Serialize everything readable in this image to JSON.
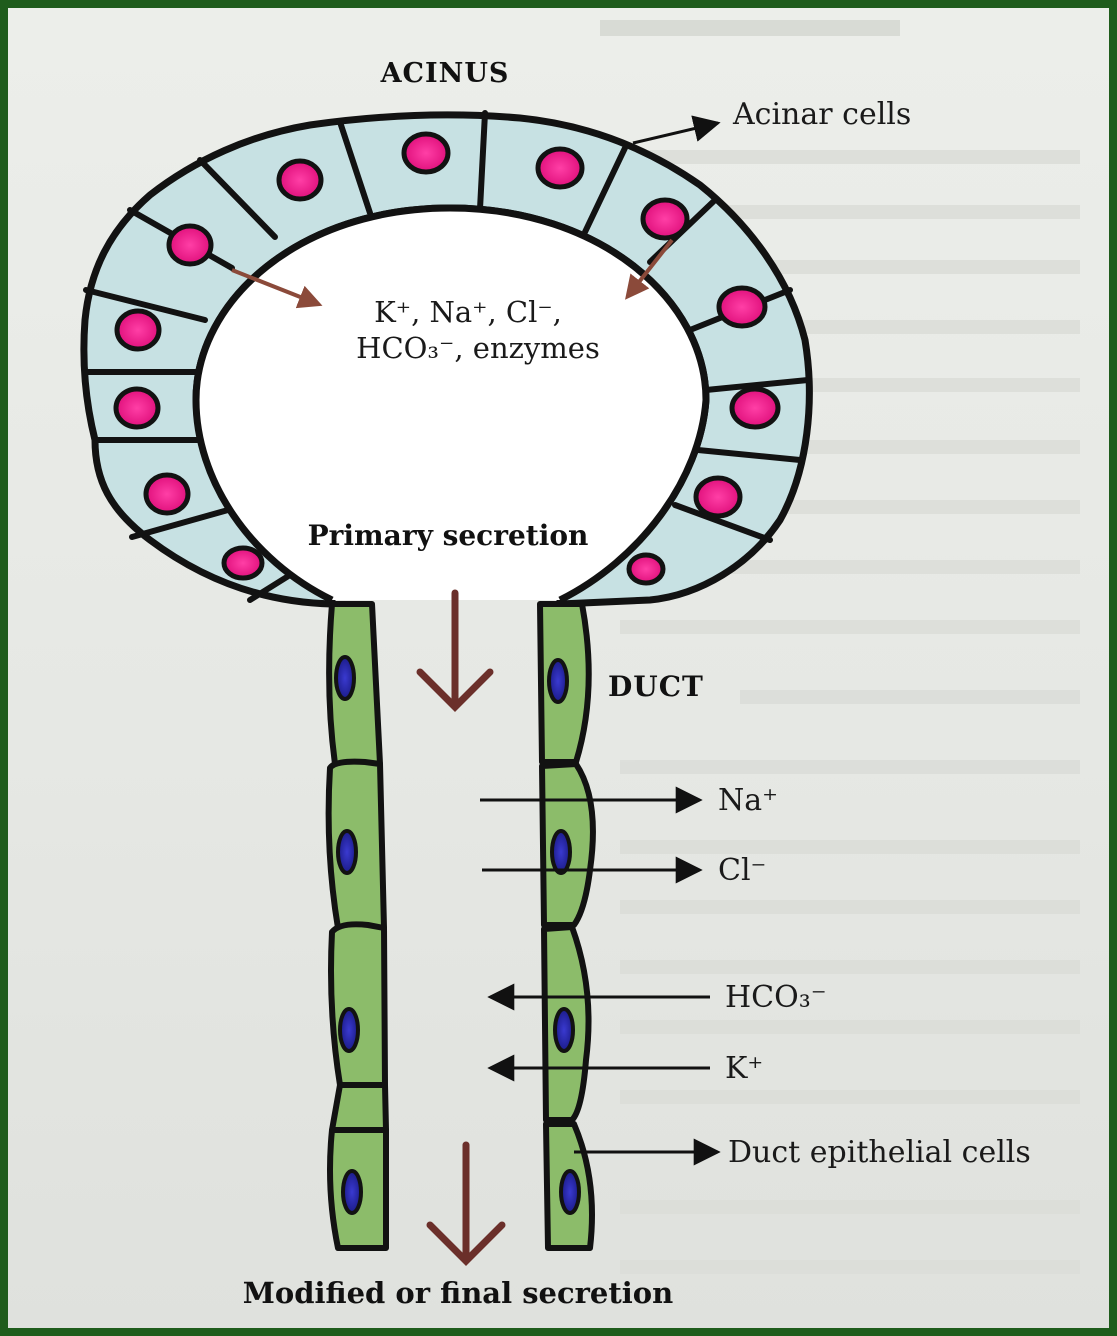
{
  "diagram": {
    "title": "ACINUS",
    "acinar_cells_label": "Acinar cells",
    "lumen_contents_line1": "K⁺, Na⁺, Cl⁻,",
    "lumen_contents_line2": "HCO₃⁻, enzymes",
    "primary_secretion": "Primary secretion",
    "duct_label": "DUCT",
    "ions": [
      {
        "label": "Na⁺",
        "direction": "out"
      },
      {
        "label": "Cl⁻",
        "direction": "out"
      },
      {
        "label": "HCO₃⁻",
        "direction": "in"
      },
      {
        "label": "K⁺",
        "direction": "in"
      }
    ],
    "duct_cells_label": "Duct epithelial cells",
    "final_secretion": "Modified or final secretion"
  },
  "colors": {
    "frame_border": "#1f5c1c",
    "acinar_cell_fill": "#c7e1e3",
    "acinar_nucleus": "#ee1d8d",
    "duct_cell_fill": "#8cbc6a",
    "duct_nucleus": "#2a2aa8",
    "flow_arrow": "#6b2f2a"
  }
}
